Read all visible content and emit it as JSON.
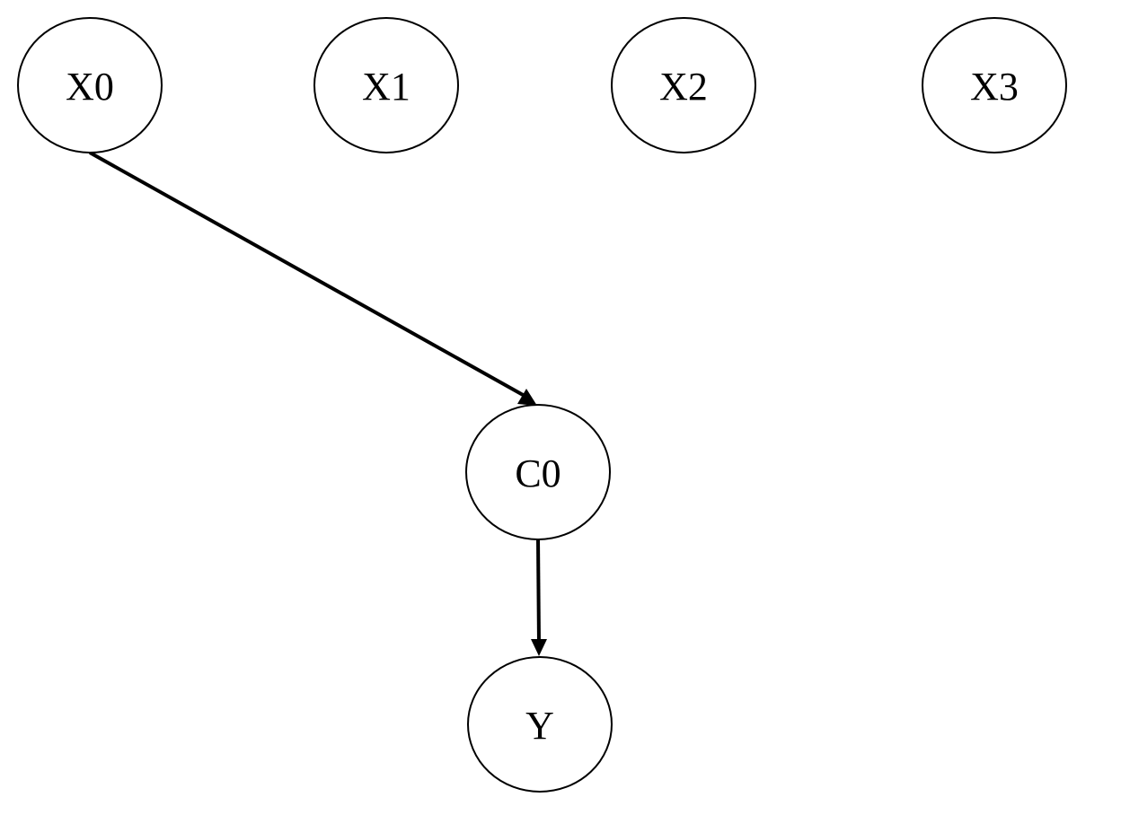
{
  "diagram": {
    "nodes": [
      {
        "id": "X0",
        "label": "X0"
      },
      {
        "id": "X1",
        "label": "X1"
      },
      {
        "id": "X2",
        "label": "X2"
      },
      {
        "id": "X3",
        "label": "X3"
      },
      {
        "id": "C0",
        "label": "C0"
      },
      {
        "id": "Y",
        "label": "Y"
      }
    ],
    "edges": [
      {
        "from": "X0",
        "to": "C0"
      },
      {
        "from": "C0",
        "to": "Y"
      }
    ]
  }
}
